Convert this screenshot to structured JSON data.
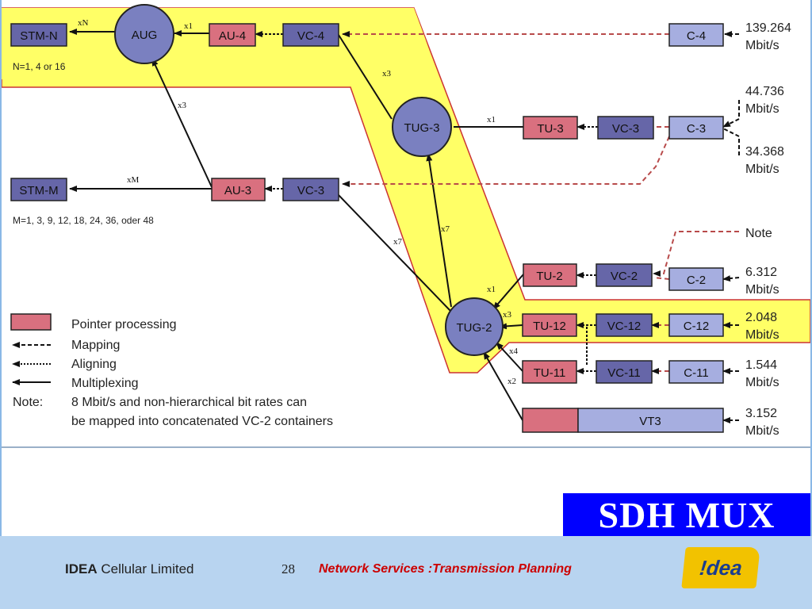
{
  "diagram": {
    "nodes": {
      "stm_n": "STM-N",
      "aug": "AUG",
      "au4": "AU-4",
      "vc4": "VC-4",
      "c4": "C-4",
      "tug3": "TUG-3",
      "tu3": "TU-3",
      "vc3_top": "VC-3",
      "c3": "C-3",
      "stm_m": "STM-M",
      "au3": "AU-3",
      "vc3_left": "VC-3",
      "tu2": "TU-2",
      "vc2": "VC-2",
      "c2": "C-2",
      "tug2": "TUG-2",
      "tu12": "TU-12",
      "vc12": "VC-12",
      "c12": "C-12",
      "tu11": "TU-11",
      "vc11": "VC-11",
      "c11": "C-11",
      "vt3": "VT3"
    },
    "multipliers": {
      "aug_stmn": "xN",
      "aug_au4": "x1",
      "vc4_tug3": "x3",
      "aug_au3": "x3",
      "tug3_tu3": "x1",
      "stmm_au3": "xM",
      "tug3_tug2": "x7",
      "vc3_tug2": "x7",
      "tug2_tu2": "x1",
      "tug2_tu12": "x3",
      "tug2_tu11": "x4",
      "tug2_vt3": "x2"
    },
    "notes": {
      "n_values": "N=1, 4 or 16",
      "m_values": "M=1, 3, 9, 12, 18, 24, 36, oder 48"
    },
    "rates": {
      "c4_value": "139.264",
      "c4_unit": "Mbit/s",
      "c3_value_a": "44.736",
      "c3_unit_a": "Mbit/s",
      "c3_value_b": "34.368",
      "c3_unit_b": "Mbit/s",
      "note_label": "Note",
      "c2_value": "6.312",
      "c2_unit": "Mbit/s",
      "c12_value": "2.048",
      "c12_unit": "Mbit/s",
      "c11_value": "1.544",
      "c11_unit": "Mbit/s",
      "vt3_value": "3.152",
      "vt3_unit": "Mbit/s"
    },
    "legend": {
      "pointer": "Pointer processing",
      "mapping": "Mapping",
      "aligning": "Aligning",
      "multiplexing": "Multiplexing",
      "note_key": "Note:",
      "note_line1": "8 Mbit/s and non-hierarchical bit rates can",
      "note_line2": "be mapped into concatenated VC-2 containers"
    },
    "colors": {
      "pointer": "#d9707f",
      "vc": "#6666a8",
      "container": "#a6aee0",
      "node": "#7a80c0",
      "highlight": "#ffff66",
      "dashed": "#b84a4a"
    }
  },
  "title": "SDH MUX",
  "footer": {
    "company_bold": "IDEA",
    "company_rest": " Cellular Limited",
    "page_number": "28",
    "subtitle": "Network Services :Transmission Planning",
    "logo_text": "!dea"
  }
}
